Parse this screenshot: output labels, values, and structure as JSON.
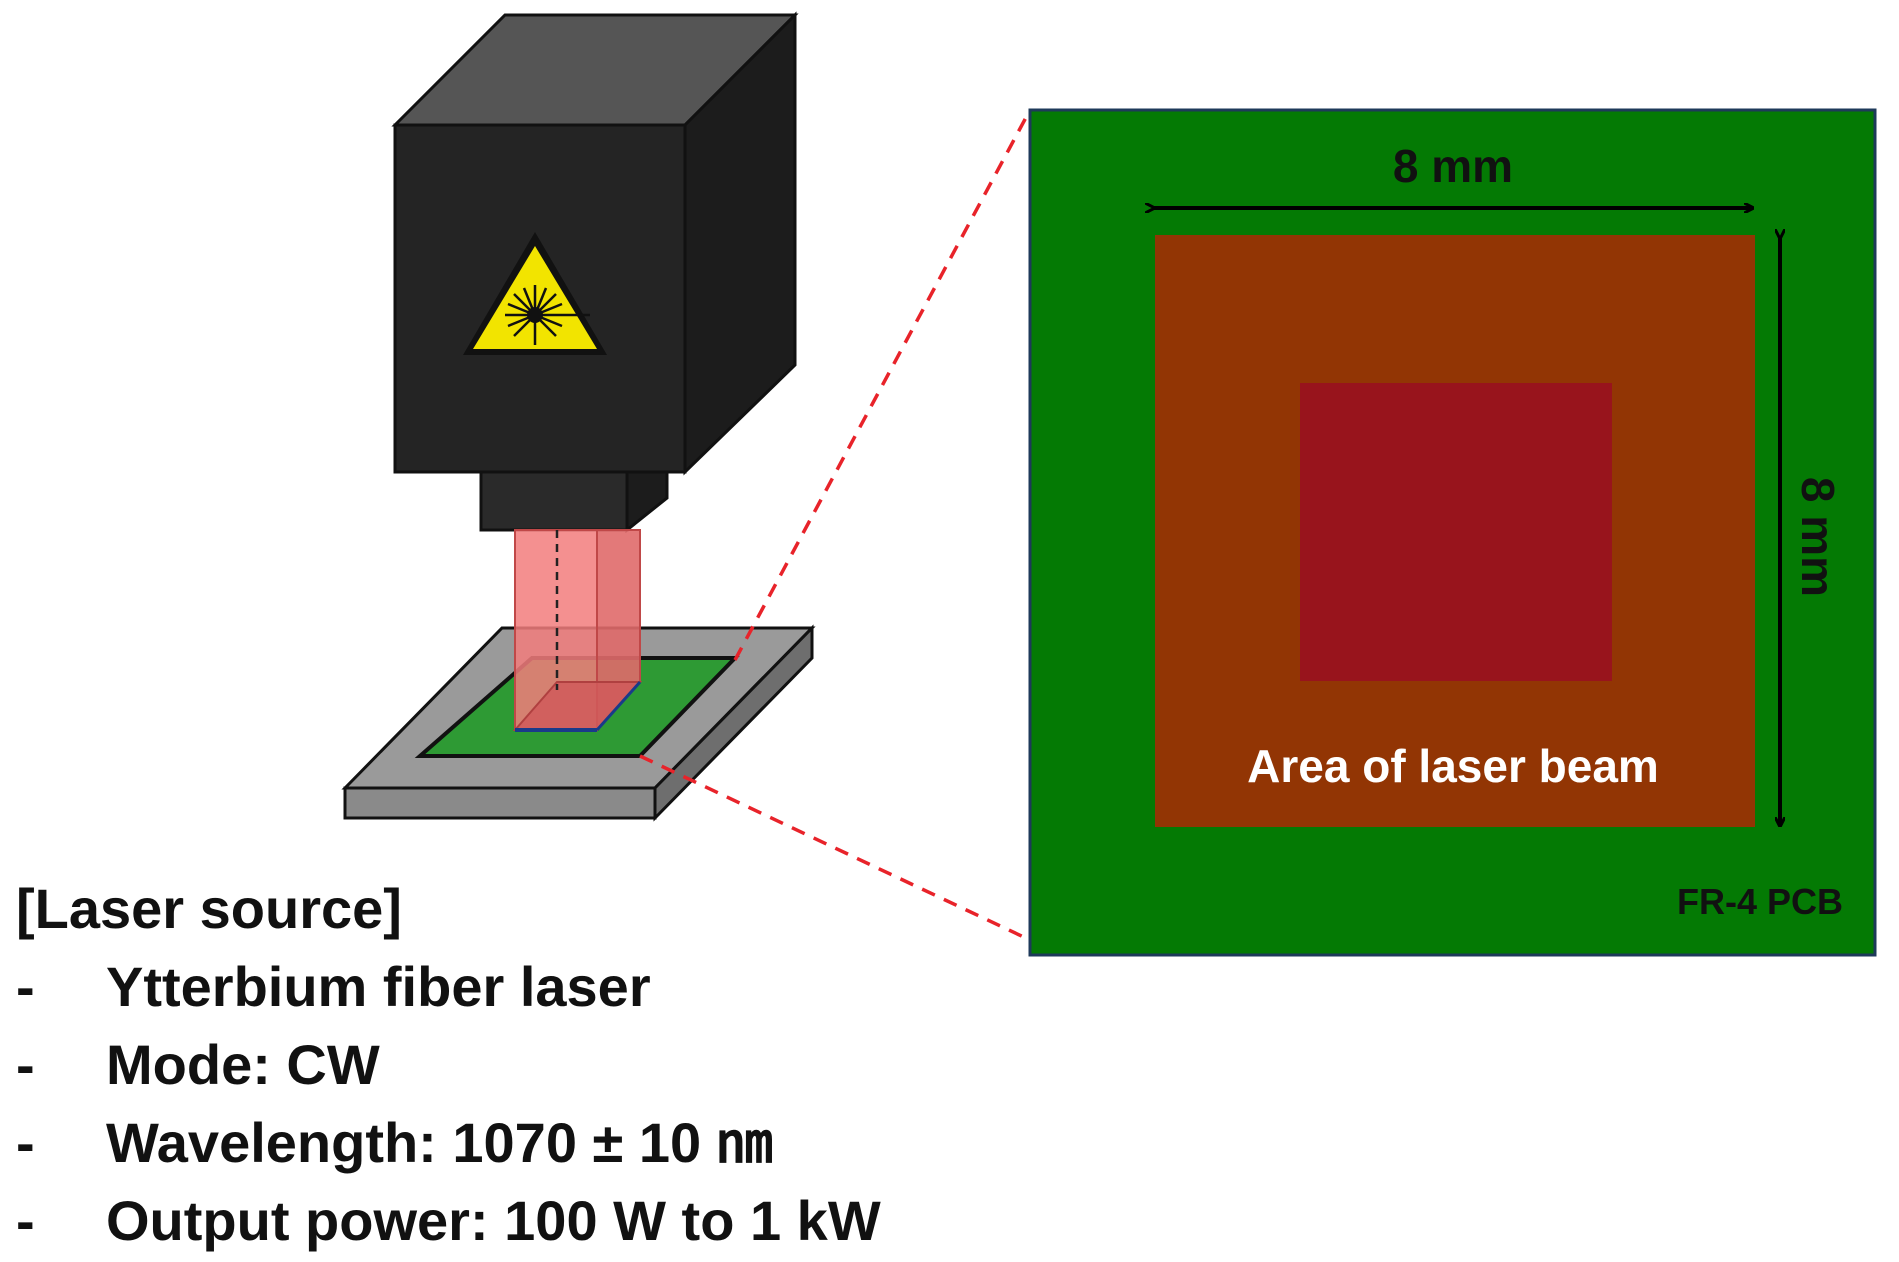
{
  "source": {
    "heading": "[Laser source]",
    "bullet": "-",
    "items": [
      "Ytterbium fiber laser",
      "Mode: CW",
      "Wavelength: 1070 ± 10 ㎚",
      "Output power: 100 W to  1 kW"
    ]
  },
  "zoom": {
    "width_label": "8 mm",
    "height_label": "8 mm",
    "beam_label": "Area of laser beam",
    "pcb_label": "FR-4 PCB"
  },
  "colors": {
    "pcb": "#047a04",
    "beam_area": "#923504",
    "beam_core": "#98141c",
    "laser_body": "#242424",
    "zoom_line": "#e8232a"
  },
  "icons": [
    "laser-hazard-icon"
  ]
}
